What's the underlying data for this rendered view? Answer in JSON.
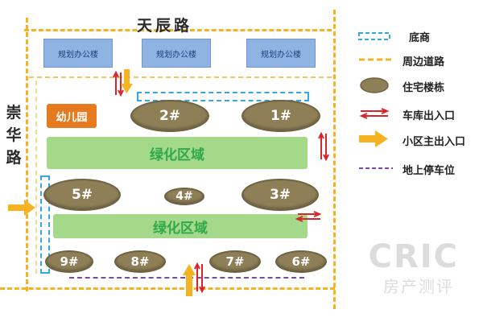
{
  "roads": {
    "north": "天辰路",
    "west_chars": [
      "崇",
      "华",
      "路"
    ]
  },
  "offices": [
    "规划办公楼",
    "规划办公楼",
    "规划办公楼"
  ],
  "kindergarten": "幼儿园",
  "buildings": {
    "b1": "1#",
    "b2": "2#",
    "b3": "3#",
    "b4": "4#",
    "b5": "5#",
    "b6": "6#",
    "b7": "7#",
    "b8": "8#",
    "b9": "9#"
  },
  "green_areas": [
    "绿化区域",
    "绿化区域"
  ],
  "legend": {
    "basement": "底商",
    "road": "周边道路",
    "residential": "住宅楼栋",
    "garage": "车库出入口",
    "main_gate": "小区主出入口",
    "parking": "地上停车位"
  },
  "watermark": {
    "brand": "CRIC",
    "sub": "房产测评"
  },
  "colors": {
    "road": "#f5b324",
    "building": "#8e7f57",
    "green": "#a5d98a",
    "green_text": "#2ea84a",
    "office": "#8fb3e2",
    "kindergarten": "#e67a1f",
    "basement": "#3aa6e0",
    "parking": "#7b4aa8",
    "garage_arrow": "#d9242a",
    "gate_arrow": "#f5b324"
  }
}
